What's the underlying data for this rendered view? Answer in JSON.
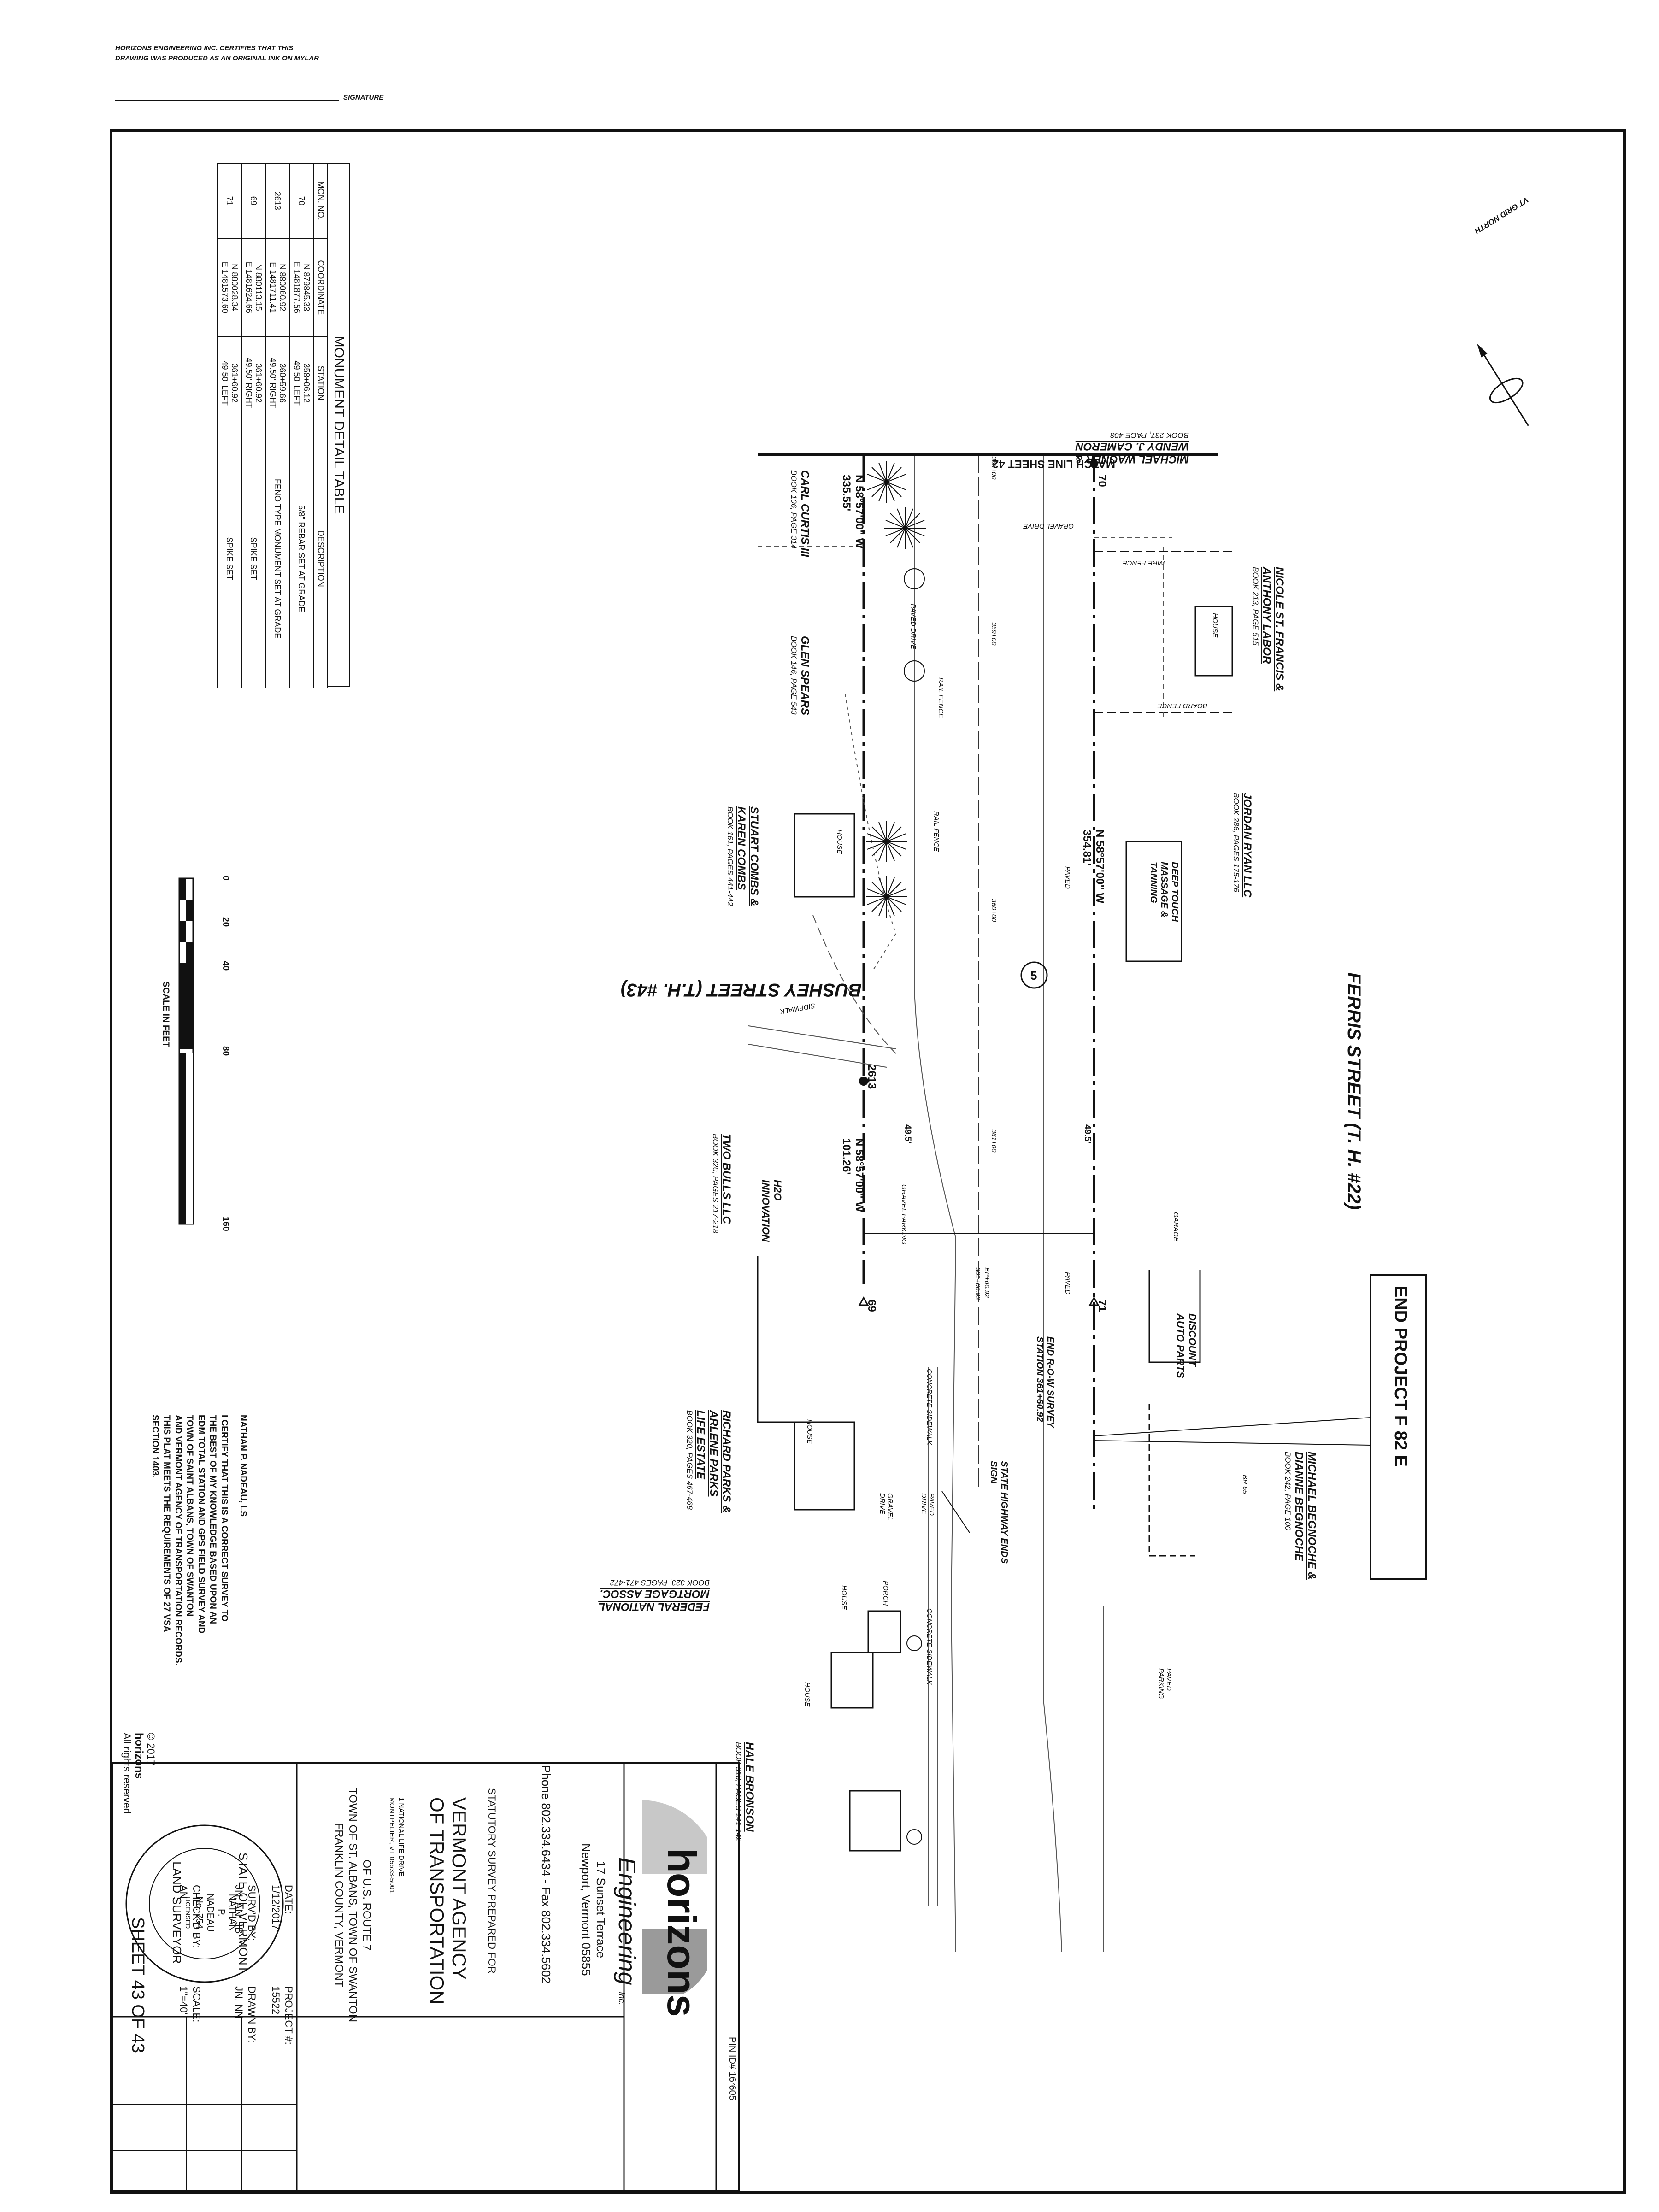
{
  "certification": {
    "line1": "HORIZONS ENGINEERING INC. CERTIFIES THAT THIS",
    "line2": "DRAWING WAS PRODUCED AS AN ORIGINAL INK ON MYLAR",
    "signature": "SIGNATURE"
  },
  "north_arrow": {
    "label": "VT GRID NORTH"
  },
  "monument_table": {
    "title": "MONUMENT DETAIL TABLE",
    "headers": [
      "MON. NO.",
      "COORDINATE",
      "STATION",
      "DESCRIPTION"
    ],
    "rows": [
      {
        "mon": "70",
        "coord_n": "N 879845.33",
        "coord_e": "E 1481877.56",
        "station": "358+06.12",
        "offset": "49.50' LEFT",
        "desc": "5/8\" REBAR SET AT GRADE"
      },
      {
        "mon": "2613",
        "coord_n": "N 880060.92",
        "coord_e": "E 1481711.41",
        "station": "360+59.66",
        "offset": "49.50' RIGHT",
        "desc": "FENO TYPE MONUMENT SET AT GRADE"
      },
      {
        "mon": "69",
        "coord_n": "N 880113.15",
        "coord_e": "E 1481624.66",
        "station": "361+60.92",
        "offset": "49.50' RIGHT",
        "desc": "SPIKE SET"
      },
      {
        "mon": "71",
        "coord_n": "N 880028.34",
        "coord_e": "E 1481573.60",
        "station": "361+60.92",
        "offset": "49.50' LEFT",
        "desc": "SPIKE SET"
      }
    ]
  },
  "scale_bar": {
    "ticks": [
      "0",
      "20",
      "40",
      "80",
      "160"
    ],
    "caption": "SCALE IN FEET"
  },
  "streets": {
    "ferris": "FERRIS STREET  (T. H. #22)",
    "bushey": "BUSHEY STREET  (T.H. #43)"
  },
  "match_line": "MATCH LINE SHEET 42",
  "end_project": "END PROJECT F 82 E",
  "stations": [
    "358+00",
    "359+00",
    "360+00",
    "361+00"
  ],
  "station_end": {
    "label1": "EP+60.92",
    "label2": "361+60.92"
  },
  "circle_number": "5",
  "bearings": [
    {
      "bearing": "N 58°57'00\" W",
      "dist": "335.55'"
    },
    {
      "bearing": "N 58°57'00\" W",
      "dist": "354.81'"
    },
    {
      "bearing": "N 58°57'00\" W",
      "dist": "101.26'"
    }
  ],
  "offsets": [
    "49.5'",
    "49.5'"
  ],
  "monuments": [
    "70",
    "2613",
    "69",
    "71"
  ],
  "owners": [
    {
      "name": "MICHAEL WAGNER &",
      "name2": "WENDY J. CAMERON",
      "book": "BOOK 237, PAGE 408"
    },
    {
      "name": "NICOLE ST. FRANCIS &",
      "name2": "ANTHONY LABOR",
      "book": "BOOK 213, PAGE 515"
    },
    {
      "name": "JORDAN RYAN LLC",
      "name2": "",
      "book": "BOOK 286, PAGES 175-176"
    },
    {
      "name": "MICHAEL BEGNOCHE &",
      "name2": "DIANNE BEGNOCHE",
      "book": "BOOK 242, PAGE 100"
    },
    {
      "name": "CARL CURTIS III",
      "name2": "",
      "book": "BOOK 106, PAGE 314"
    },
    {
      "name": "GLEN SPEARS",
      "name2": "",
      "book": "BOOK 146, PAGE 543"
    },
    {
      "name": "STUART COMBS &",
      "name2": "KAREN COMBS",
      "book": "BOOK 161, PAGES 441-442"
    },
    {
      "name": "TWO BULLS LLC",
      "name2": "",
      "book": "BOOK 320, PAGES 217-218"
    },
    {
      "name": "RICHARD PARKS &",
      "name2": "ARLENE PARKS",
      "name3": "LIFE ESTATE",
      "book": "BOOK 320, PAGES 467-468"
    },
    {
      "name": "FEDERAL NATIONAL",
      "name2": "MORTGAGE ASSOC.",
      "book": "BOOK 323, PAGES 471-472"
    },
    {
      "name": "HALE BRONSON",
      "name2": "",
      "book": "BOOK 318, PAGES 141-142"
    }
  ],
  "feature_labels": {
    "gravel_drive": "GRAVEL DRIVE",
    "wire_fence": "WIRE FENCE",
    "board_fence": "BOARD FENCE",
    "house": "HOUSE",
    "paved_drive": "PAVED DRIVE",
    "rail_fence": "RAIL FENCE",
    "paved": "PAVED",
    "deep_touch": "DEEP TOUCH MASSAGE & TANNING",
    "sidewalk": "SIDEWALK",
    "garage": "GARAGE",
    "gravel_parking": "GRAVEL PARKING",
    "h2o": "H2O INNOVATION",
    "discount": "DISCOUNT AUTO PARTS",
    "end_row": "END R-O-W SURVEY",
    "end_row2": "STATION 361+60.92",
    "state_hwy": "STATE HIGHWAY ENDS",
    "sign": "SIGN",
    "concrete_sidewalk": "CONCRETE SIDEWALK",
    "gravel_drive2": "GRAVEL DRIVE",
    "porch": "PORCH",
    "paved_parking": "PAVED PARKING",
    "br": "BR 65"
  },
  "surveyor_cert": {
    "name": "NATHAN  P.  NADEAU,  LS",
    "text1": "I CERTIFY THAT THIS IS A CORRECT SURVEY TO",
    "text2": "THE BEST OF MY KNOWLEDGE BASED UPON AN",
    "text3": "EDM TOTAL STATION AND GPS FIELD SURVEY AND",
    "text4": "TOWN OF SAINT ALBANS, TOWN OF SWANTON",
    "text5": "AND VERMONT AGENCY OF TRANSPORTATION RECORDS.",
    "text6": "THIS PLAT MEETS THE REQUIREMENTS OF 27 VSA",
    "text7": "SECTION 1403."
  },
  "copyright": {
    "year": "© 2017",
    "brand": "horizons",
    "rights": "All rights reserved"
  },
  "title_block": {
    "pin": "PIN ID# 16r605",
    "company": "horizons",
    "company_sub": "Engineering",
    "inc": "Inc.",
    "address1": "17 Sunset Terrace",
    "address2": "Newport, Vermont 05855",
    "phone": "Phone 802.334.6434 - Fax 802.334.5602",
    "prepared_for": "STATUTORY SURVEY PREPARED FOR",
    "agency1": "VERMONT AGENCY",
    "agency2": "OF TRANSPORTATION",
    "agency_addr1": "1 NATIONAL LIFE DRIVE",
    "agency_addr2": "MONTPELIER, VT 05633-5001",
    "route": "OF U.S. ROUTE 7",
    "town": "TOWN OF ST. ALBANS, TOWN OF SWANTON",
    "county": "FRANKLIN COUNTY, VERMONT",
    "date_label": "DATE:",
    "date": "1/12/2017",
    "project_label": "PROJECT #:",
    "project": "15522",
    "survd_label": "SURV'D BY:",
    "survd": "JN, AN, JB",
    "drawn_label": "DRAWN BY:",
    "drawn": "JN, NN",
    "checkd_label": "CHECK'D BY:",
    "checkd": "AN",
    "scale_label": "SCALE:",
    "scale": "1\"=40'",
    "sheet": "SHEET 43 OF 43"
  },
  "seal": {
    "top": "STATE OF VERMONT",
    "line1": "NATHAN",
    "line2": "P.",
    "line3": "NADEAU",
    "line4": "No. 754",
    "licensed": "LICENSED",
    "bottom": "LAND SURVEYOR"
  }
}
